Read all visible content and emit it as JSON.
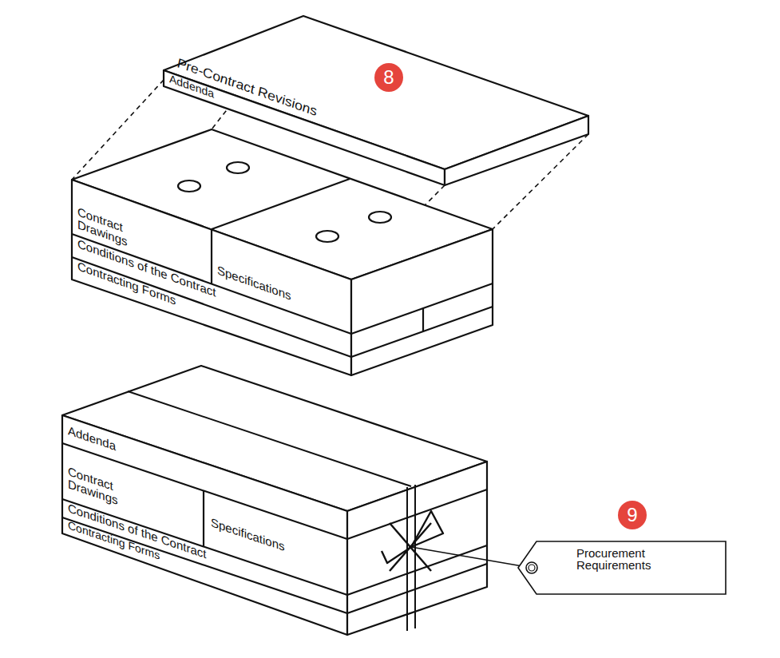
{
  "diagram": {
    "nodes": [
      {
        "text": [
          "Procurement Requirements"
        ]
      }
    ],
    "labels": [
      "Pre-Contract Revisions",
      "Addenda",
      "8",
      "Contract Drawings",
      "Specifications",
      "Conditions of the Contract",
      "Contracting Forms",
      "Addenda",
      "Contract Drawings",
      "Specifications",
      "Conditions of the Contract",
      "Contracting Forms",
      "9"
    ]
  }
}
